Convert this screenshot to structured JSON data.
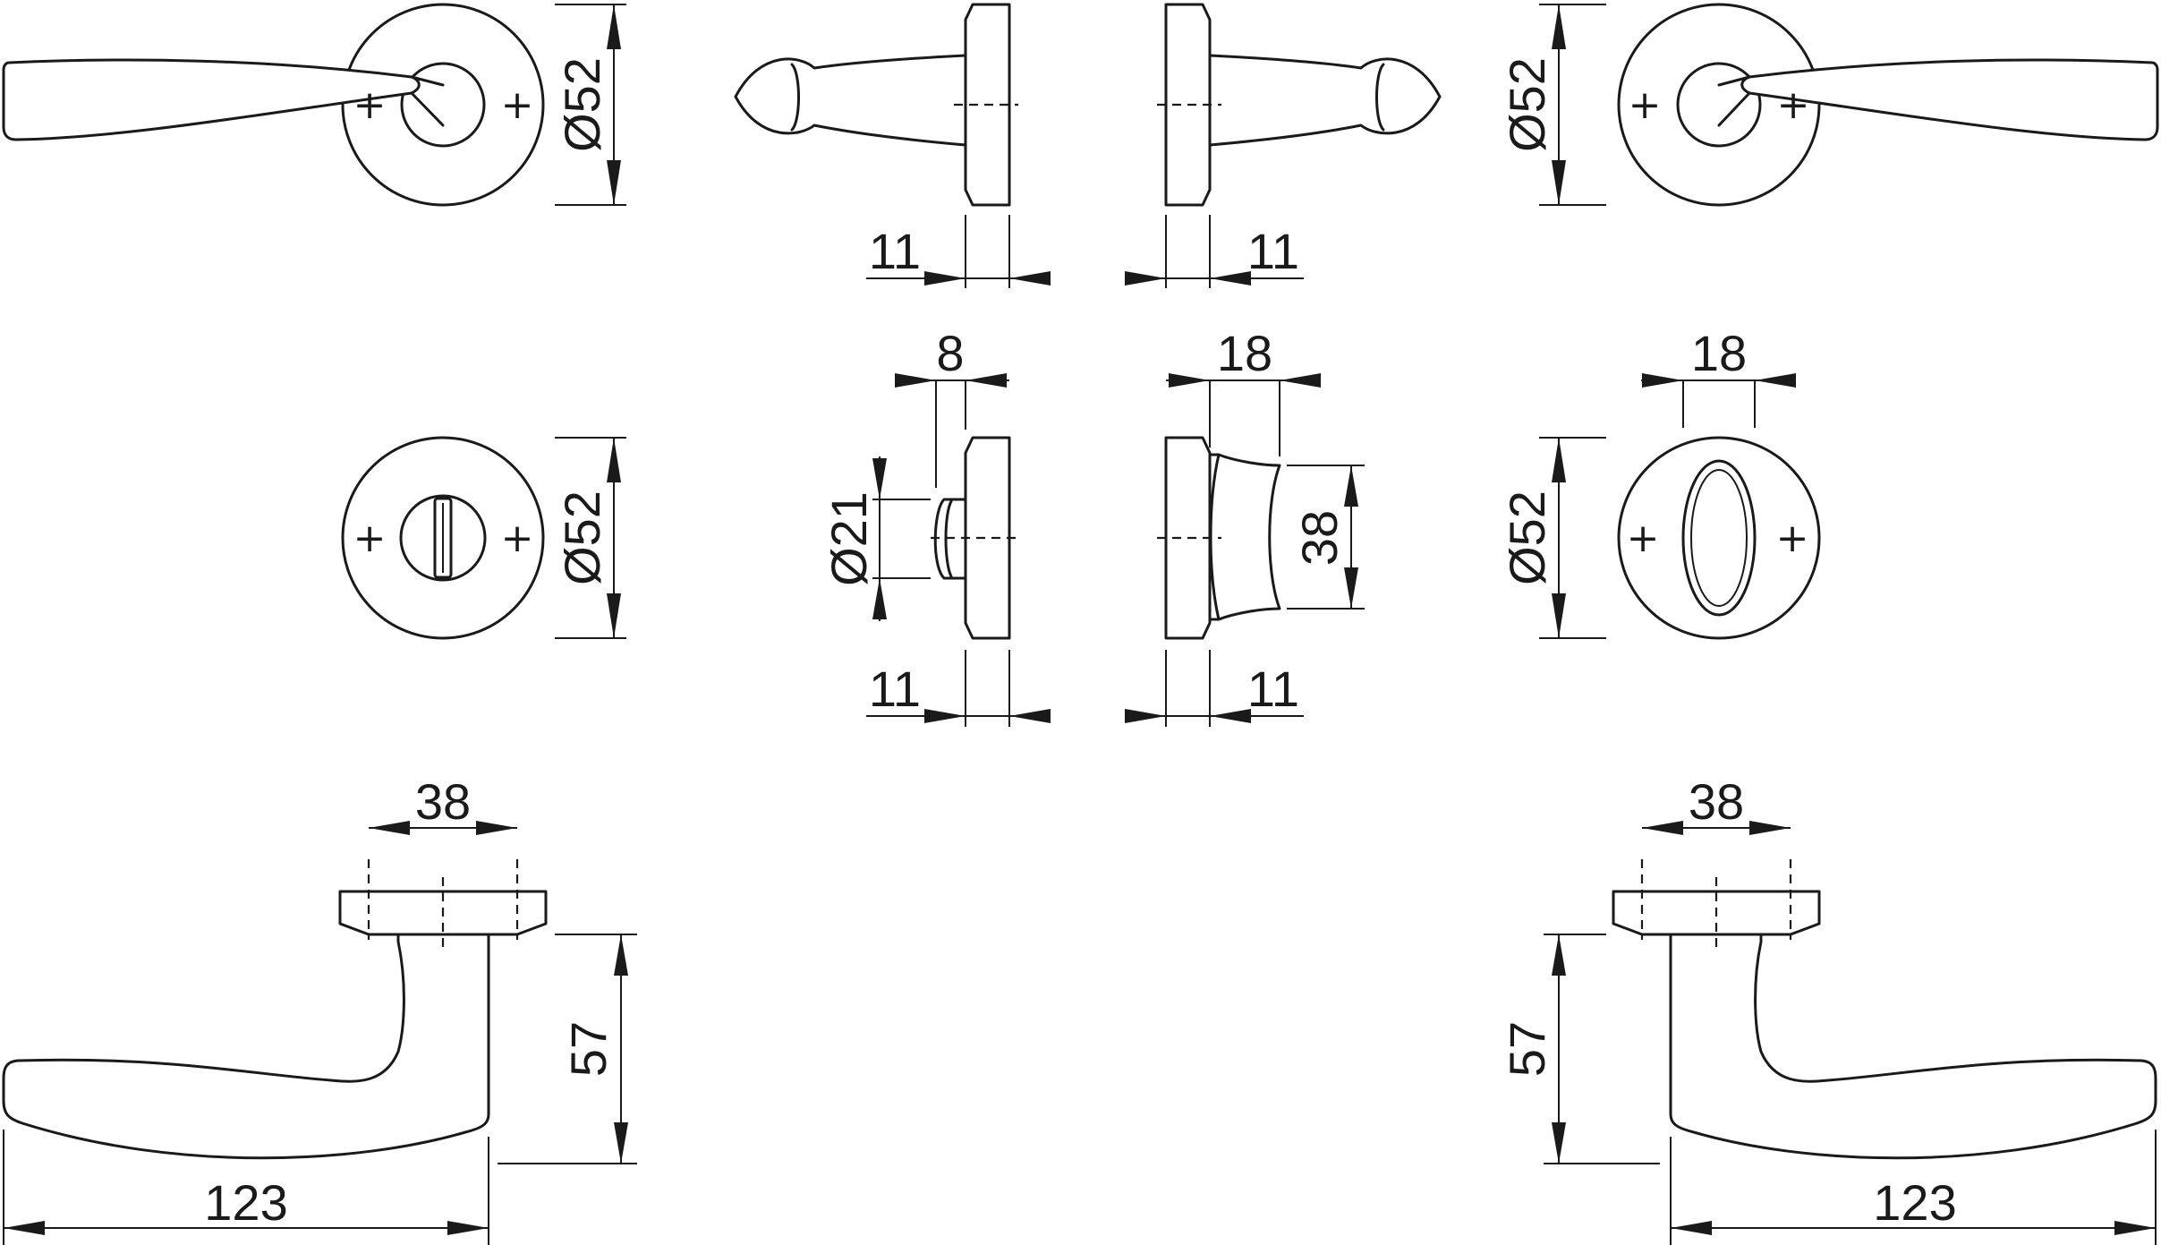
{
  "dimensions": {
    "rose_lever_left": "Ø52",
    "rose_lever_right": "Ø52",
    "rose_wc_left": "Ø52",
    "rose_key_right": "Ø52",
    "lever_side_left_thickness": "11",
    "lever_side_right_thickness": "11",
    "turn_width": "8",
    "turn_diameter": "Ø21",
    "turn_rose_thickness": "11",
    "release_width": "18",
    "release_height": "38",
    "release_rose_thickness": "11",
    "keyhole_width": "18",
    "lever_left_rose_spacing": "38",
    "lever_left_height": "57",
    "lever_left_length": "123",
    "lever_right_rose_spacing": "38",
    "lever_right_height": "57",
    "lever_right_length": "123"
  },
  "markers": {
    "screw": "+"
  }
}
